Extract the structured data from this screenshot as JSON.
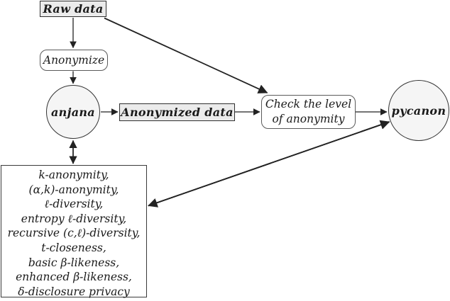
{
  "diagram": {
    "nodes": {
      "raw_data": {
        "label": "Raw data"
      },
      "anonymize": {
        "label": "Anonymize"
      },
      "anjana": {
        "label": "anjana"
      },
      "anonymized_data": {
        "label": "Anonymized data"
      },
      "check_level": {
        "line1": "Check the level",
        "line2": "of anonymity"
      },
      "pycanon": {
        "label": "pycanon"
      },
      "techniques": {
        "items": [
          "k-anonymity,",
          "(α,k)-anonymity,",
          "ℓ-diversity,",
          "entropy ℓ-diversity,",
          "recursive (c,ℓ)-diversity,",
          "t-closeness,",
          "basic β-likeness,",
          "enhanced β-likeness,",
          "δ-disclosure privacy"
        ]
      }
    },
    "colors": {
      "data_box_fill": "#ebebeb",
      "process_box_fill": "#ffffff",
      "circle_fill": "#f5f5f5",
      "border": "#2f2f2f",
      "arrow": "#222222",
      "background": "#ffffff"
    }
  }
}
